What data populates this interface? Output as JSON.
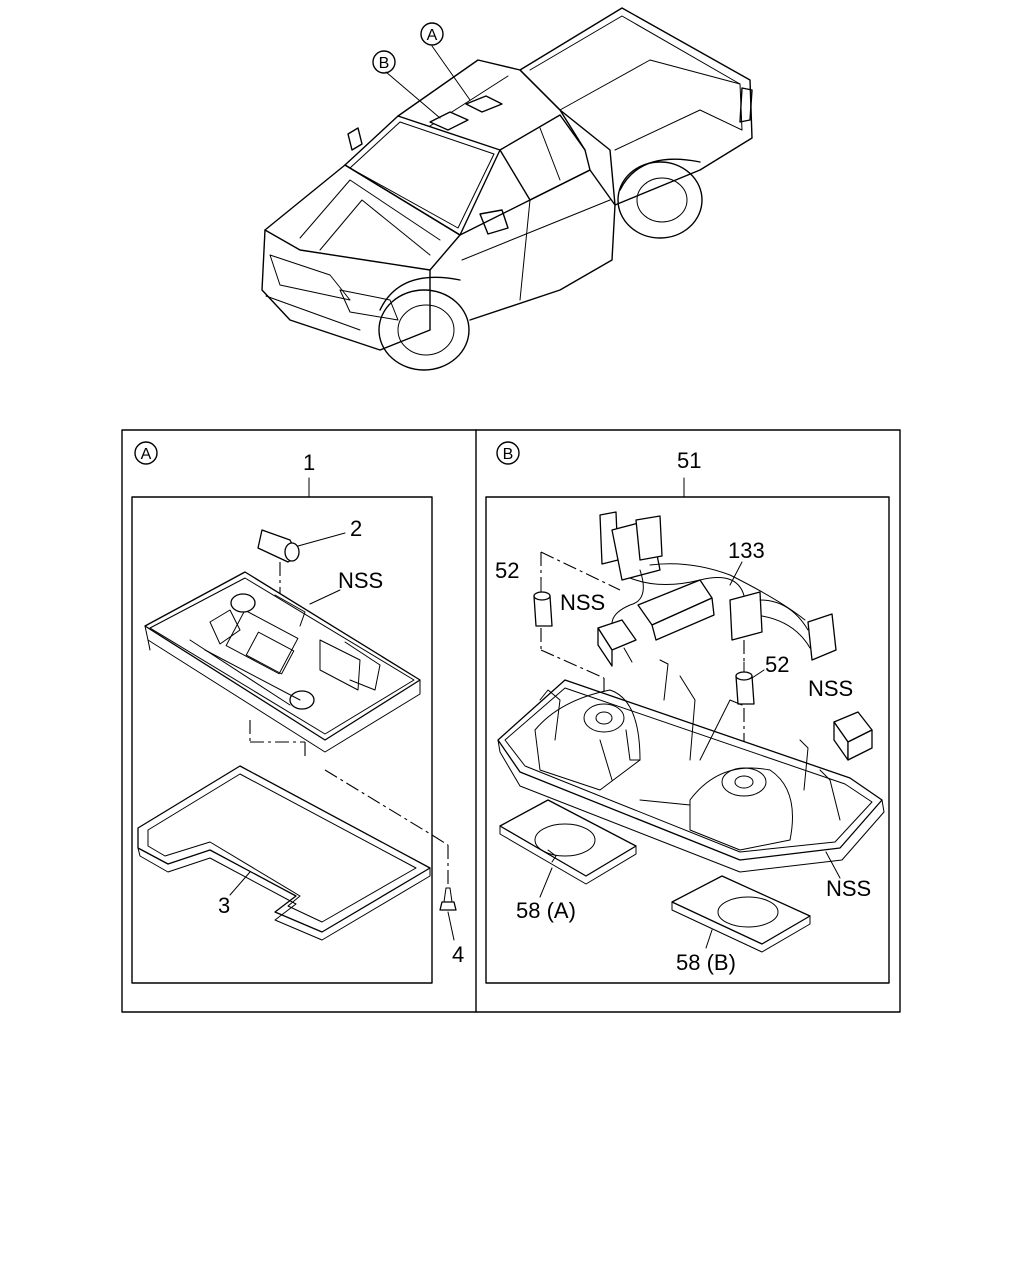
{
  "vehicle": {
    "callout_a": "A",
    "callout_b": "B"
  },
  "panel_a": {
    "view_label": "A",
    "parts": {
      "p1": "1",
      "p2": "2",
      "p3": "3",
      "p4": "4",
      "nss": "NSS"
    }
  },
  "panel_b": {
    "view_label": "B",
    "parts": {
      "p51": "51",
      "p133": "133",
      "p52_left": "52",
      "p52_right": "52",
      "nss_left": "NSS",
      "nss_right": "NSS",
      "nss_bottom": "NSS",
      "p58a": "58 (A)",
      "p58b": "58 (B)"
    }
  }
}
